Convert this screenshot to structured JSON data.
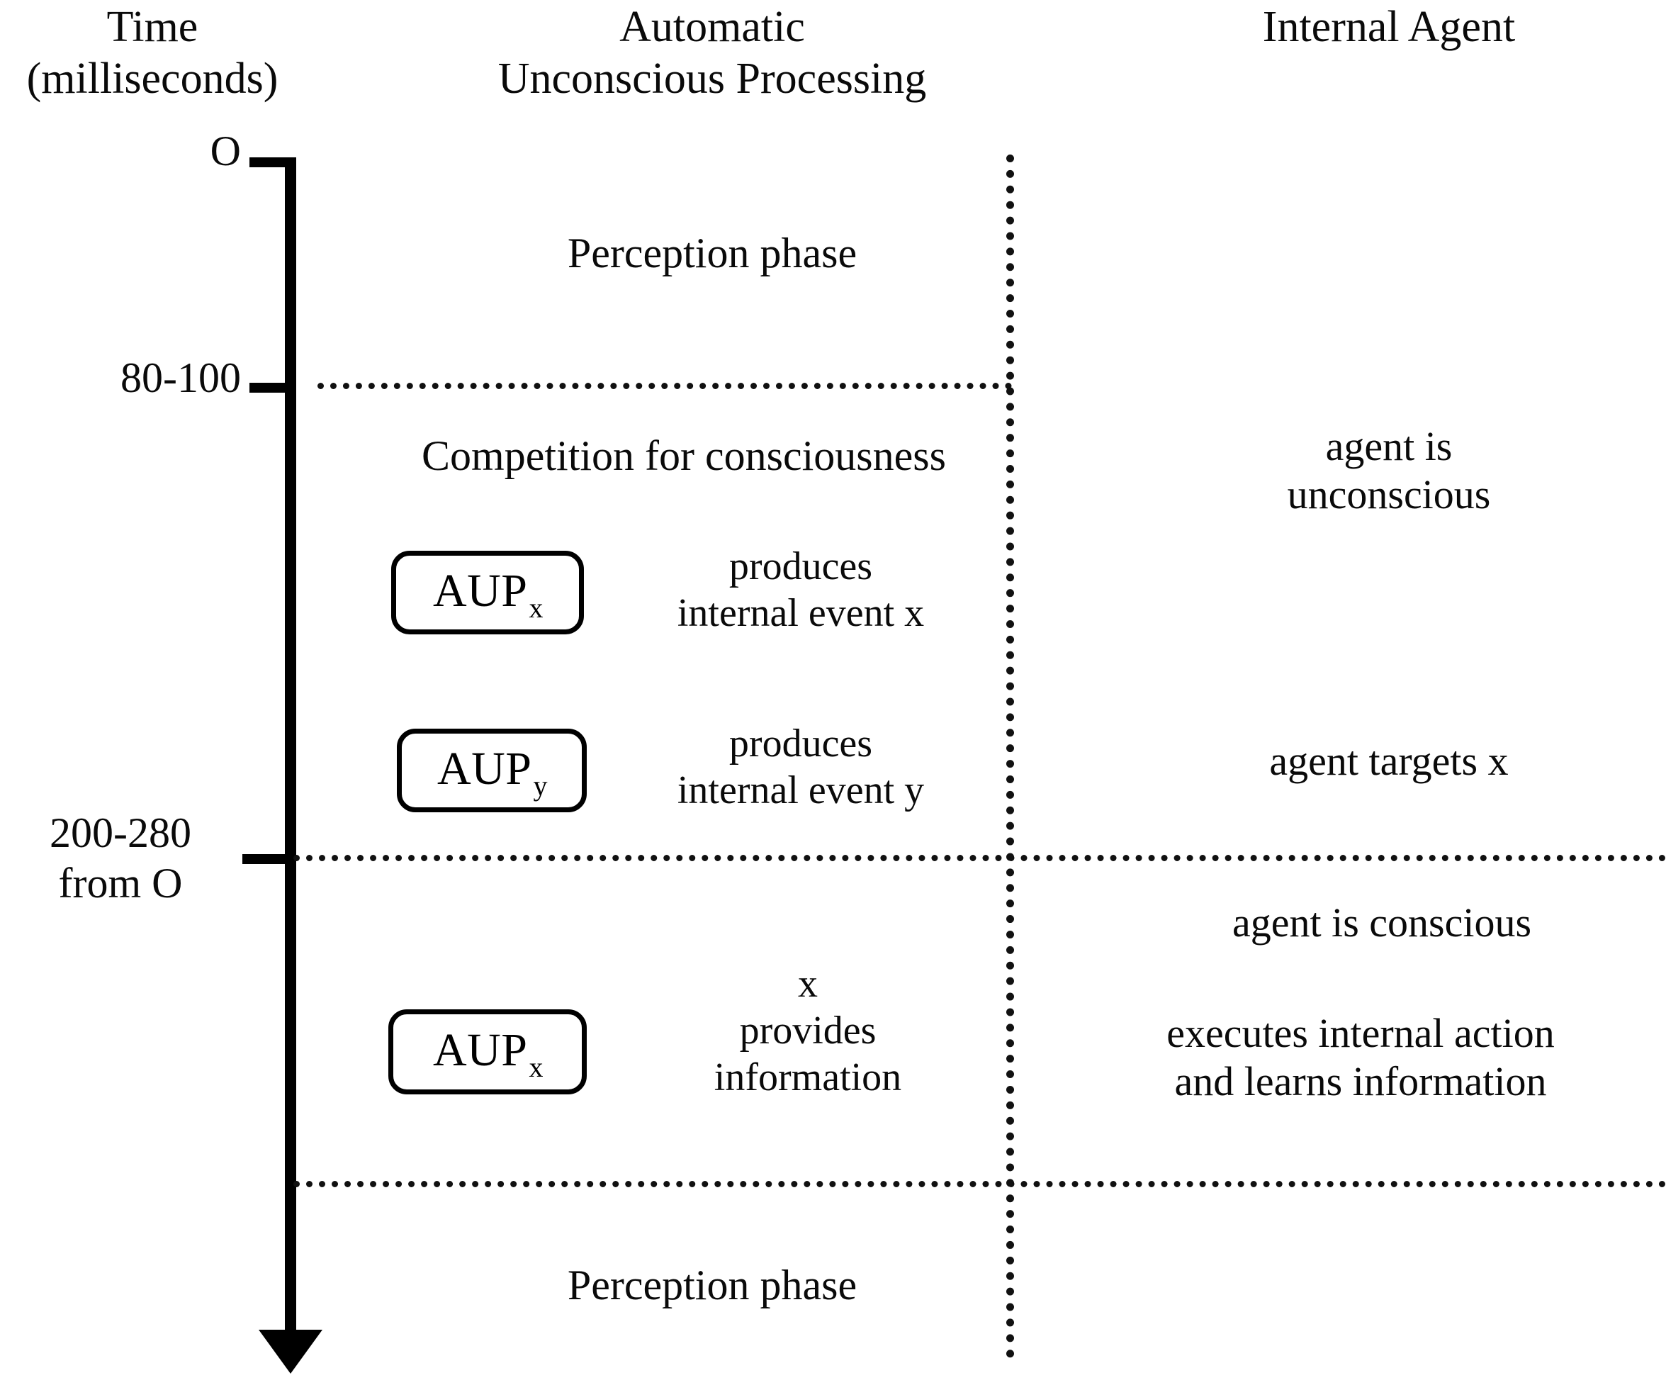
{
  "headers": {
    "time": "Time\n(milliseconds)",
    "automatic_unconscious_processing": "Automatic\nUnconscious Processing",
    "internal_agent": "Internal Agent"
  },
  "time_axis": {
    "origin_label": "O",
    "tick_80_100": "80-100",
    "tick_200_280": "200-280\nfrom O",
    "unit": "milliseconds",
    "direction": "downward"
  },
  "phases": {
    "perception_top": "Perception phase",
    "competition": "Competition for consciousness",
    "perception_bottom": "Perception phase"
  },
  "aup_boxes": [
    {
      "id": "aup-x-1",
      "base": "AUP",
      "subscript": "x"
    },
    {
      "id": "aup-y",
      "base": "AUP",
      "subscript": "y"
    },
    {
      "id": "aup-x-2",
      "base": "AUP",
      "subscript": "x"
    }
  ],
  "aup_descriptions": {
    "event_x": "produces\ninternal event x",
    "event_y": "produces\ninternal event y",
    "provides": "x\nprovides\ninformation"
  },
  "agent_states": {
    "unconscious": "agent is\nunconscious",
    "targets_x": "agent targets x",
    "conscious": "agent is conscious",
    "executes": "executes internal action\nand learns information"
  },
  "colors": {
    "ink": "#000000",
    "background": "#ffffff"
  }
}
